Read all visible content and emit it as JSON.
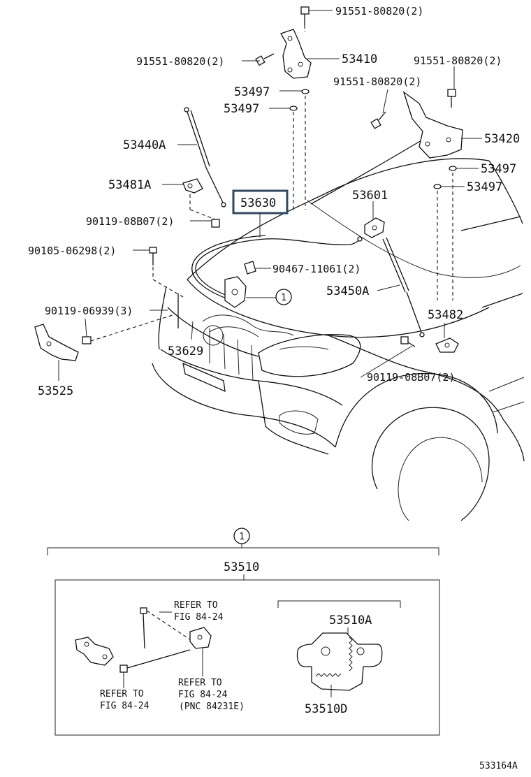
{
  "labels": {
    "p91551_top": "91551-80820(2)",
    "p91551_left": "91551-80820(2)",
    "p53410": "53410",
    "p91551_right": "91551-80820(2)",
    "p91551_mid": "91551-80820(2)",
    "p53497_a": "53497",
    "p53497_b": "53497",
    "p53440A": "53440A",
    "p53420": "53420",
    "p53497_c": "53497",
    "p53481A": "53481A",
    "p53497_d": "53497",
    "p53601": "53601",
    "p53630": "53630",
    "p90119_08B07_left": "90119-08B07(2)",
    "p90105": "90105-06298(2)",
    "p90467": "90467-11061(2)",
    "p53450A": "53450A",
    "p90119_06939": "90119-06939(3)",
    "p53482": "53482",
    "p53629": "53629",
    "p90119_08B07_right": "90119-08B07(2)",
    "p53525": "53525",
    "p53510": "53510",
    "p53510A": "53510A",
    "p53510D": "53510D",
    "refer1_a": "REFER TO",
    "refer1_b": "FIG 84-24",
    "refer2_a": "REFER TO",
    "refer2_b": "FIG 84-24",
    "refer3_a": "REFER TO",
    "refer3_b": "FIG 84-24",
    "refer3_c": "(PNC 84231E)",
    "callout_main": "1",
    "callout_box": "1",
    "figure_id": "533164A"
  },
  "highlight_color": "#2e4a63"
}
